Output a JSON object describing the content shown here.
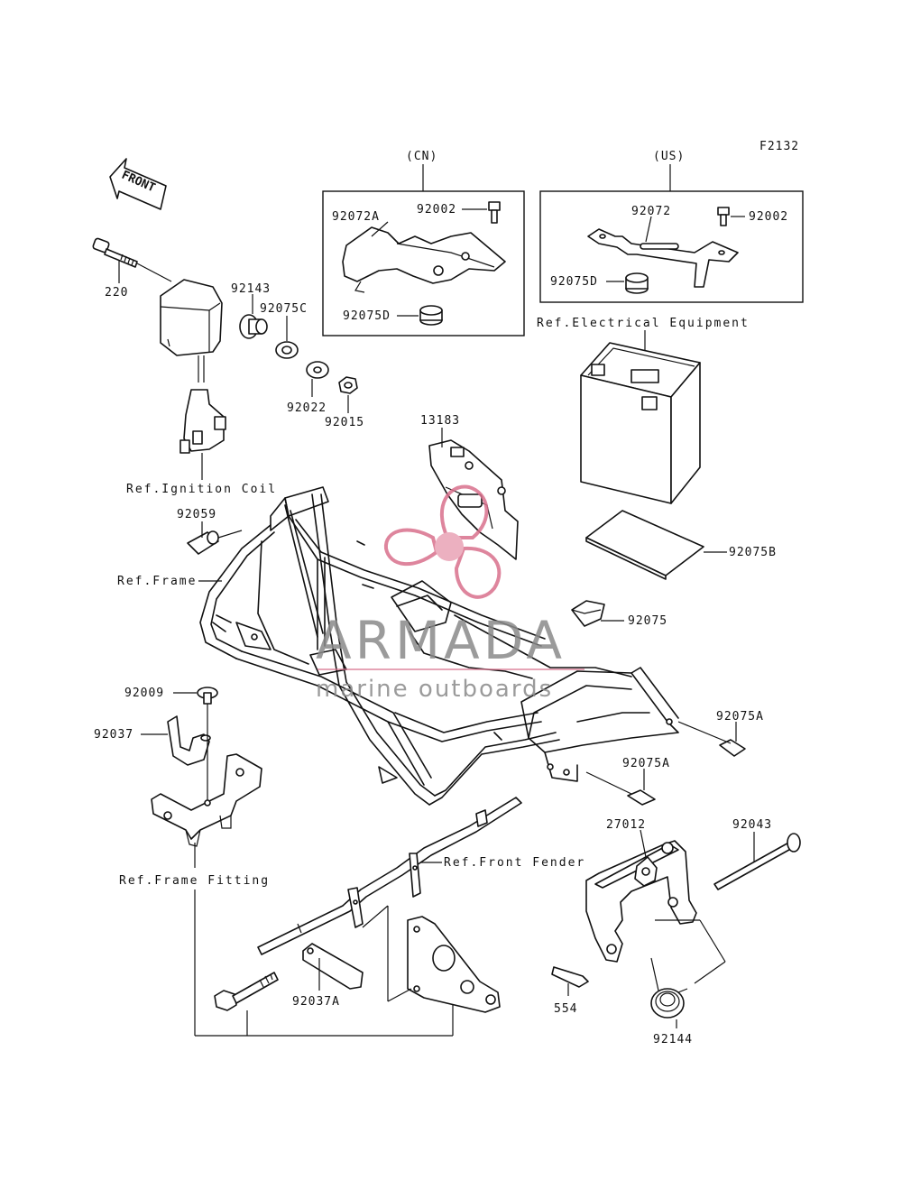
{
  "figure_code": "F2132",
  "front_label": "FRONT",
  "variants": {
    "cn": {
      "label": "(CN)",
      "parts": {
        "bracket": "92072A",
        "bolt": "92002",
        "damper": "92075D"
      }
    },
    "us": {
      "label": "(US)",
      "parts": {
        "bracket": "92072",
        "bolt": "92002",
        "damper": "92075D"
      }
    }
  },
  "references": {
    "electrical": "Ref.Electrical Equipment",
    "ignition": "Ref.Ignition Coil",
    "frame": "Ref.Frame",
    "frame_fitting": "Ref.Frame Fitting",
    "front_fender": "Ref.Front Fender"
  },
  "parts": {
    "p220": "220",
    "p92143": "92143",
    "p92075c": "92075C",
    "p92022": "92022",
    "p92015": "92015",
    "p13183": "13183",
    "p92059": "92059",
    "p92075b": "92075B",
    "p92075": "92075",
    "p92075a_1": "92075A",
    "p92075a_2": "92075A",
    "p92009": "92009",
    "p92037": "92037",
    "p27012": "27012",
    "p92043": "92043",
    "p92037a": "92037A",
    "p554": "554",
    "p92144": "92144"
  },
  "watermark": {
    "brand": "ARMADA",
    "tagline": "marine outboards",
    "colors": {
      "logo": "#d9708c",
      "text": "#8a8a8a"
    }
  }
}
